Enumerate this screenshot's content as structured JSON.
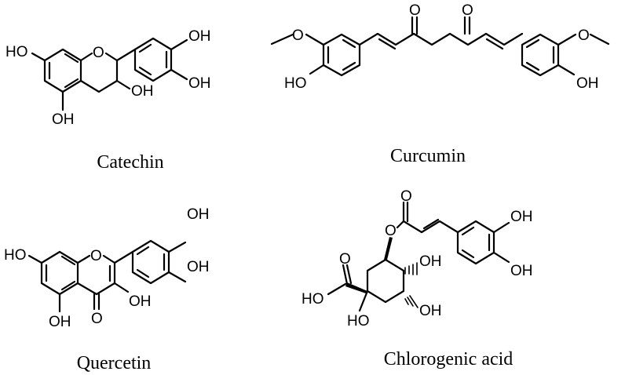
{
  "molecules": [
    {
      "name": "Catechin",
      "atoms": {
        "oh_7": "HO",
        "o_ring": "O",
        "oh_3p": "OH",
        "oh_4p": "OH",
        "oh_3": "OH",
        "oh_5": "OH"
      }
    },
    {
      "name": "Curcumin",
      "atoms": {
        "o_keto1": "O",
        "o_keto2": "O",
        "ome_left_o": "O",
        "ome_right_o": "O",
        "oh_left": "HO",
        "oh_right": "OH"
      }
    },
    {
      "name": "Quercetin",
      "atoms": {
        "oh_7": "HO",
        "o_ring": "O",
        "oh_3p": "OH",
        "oh_4p": "OH",
        "oh_3": "OH",
        "oh_5": "OH",
        "o_keto": "O"
      }
    },
    {
      "name": "Chlorogenic acid",
      "atoms": {
        "o_ester": "O",
        "o_carbonyl": "O",
        "oh_caffeic_3": "OH",
        "oh_caffeic_4": "OH",
        "o_acid": "O",
        "ho_acid": "HO",
        "oh_ring_top": "OH",
        "oh_ring_bottom": "OH",
        "ho_ring_c1": "HO"
      }
    }
  ]
}
